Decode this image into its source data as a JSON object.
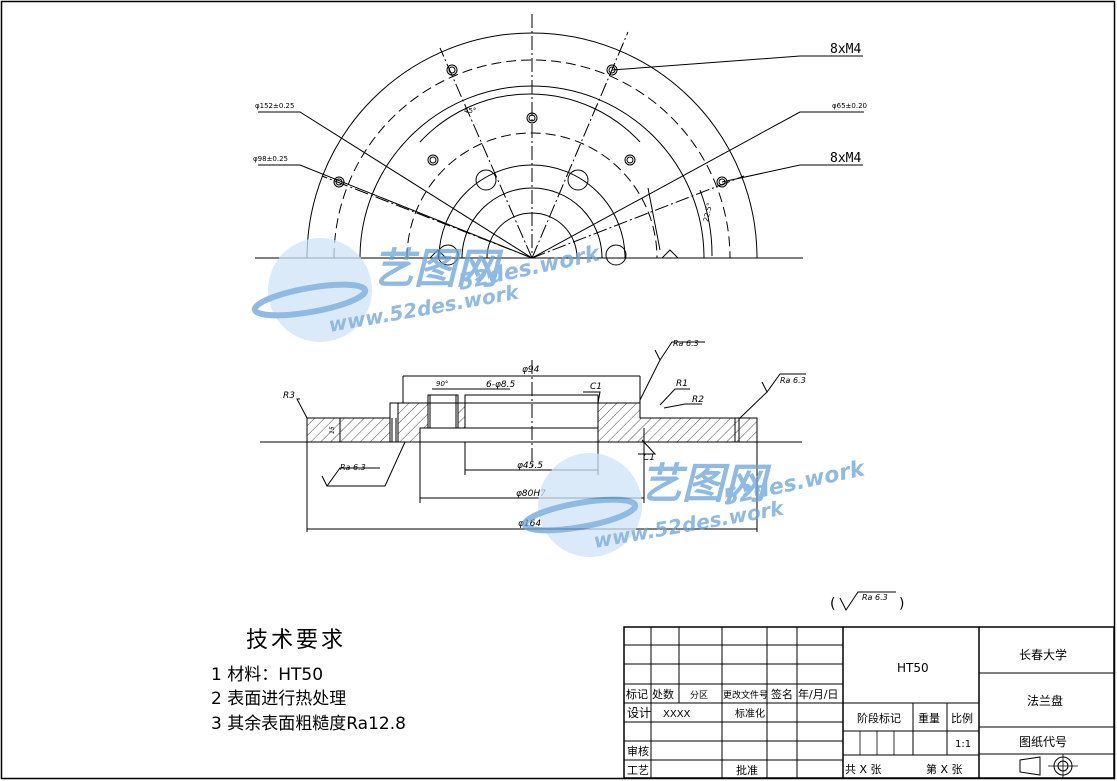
{
  "top_view": {
    "callout_m4_upper": "8xM4",
    "callout_m4_lower": "8xM4",
    "dim_pcd_152": "φ152±0.25",
    "dim_pcd_98": "φ98±0.25",
    "dim_pcd_65": "φ65±0.20",
    "angle_45": "45°",
    "angle_22_5": "22.5°"
  },
  "section_view": {
    "dim_94": "φ94",
    "dim_90deg": "90°",
    "dim_6x85": "6-φ8.5",
    "chamfer_upper": "C1",
    "chamfer_lower": "C1",
    "radius_r3": "R3",
    "radius_r1": "R1",
    "radius_r2": "R2",
    "rough_top": "Ra 6.3",
    "rough_right": "Ra 6.3",
    "rough_left": "Ra 6.3",
    "dim_455": "φ45.5",
    "dim_80h7": "φ80H7",
    "dim_164": "φ164",
    "dim_thk": "15"
  },
  "general_roughness": {
    "value": "Ra 6.3",
    "open": "(",
    "close": ")"
  },
  "tech_req": {
    "title": "技术要求",
    "items": [
      "1 材料：HT50",
      "2 表面进行热处理",
      "3 其余表面粗糙度Ra12.8"
    ]
  },
  "watermark": {
    "brand": "艺图网",
    "site": "52des.work",
    "url": "www.52des.work"
  },
  "title_block": {
    "material": "HT50",
    "school": "长春大学",
    "part_name": "法兰盘",
    "drawing_no_label": "图纸代号",
    "scale": "1:1",
    "row_marks": [
      "标记",
      "处数",
      "分区",
      "更改文件号",
      "签名",
      "年/月/日"
    ],
    "design": "设计",
    "design_value": "XXXX",
    "standard": "标准化",
    "review": "审核",
    "process": "工艺",
    "approve": "批准",
    "stage_mark": "阶段标记",
    "weight": "重量",
    "scale_label": "比例",
    "sheets": "共 X 张",
    "sheet_no": "第 X 张"
  }
}
